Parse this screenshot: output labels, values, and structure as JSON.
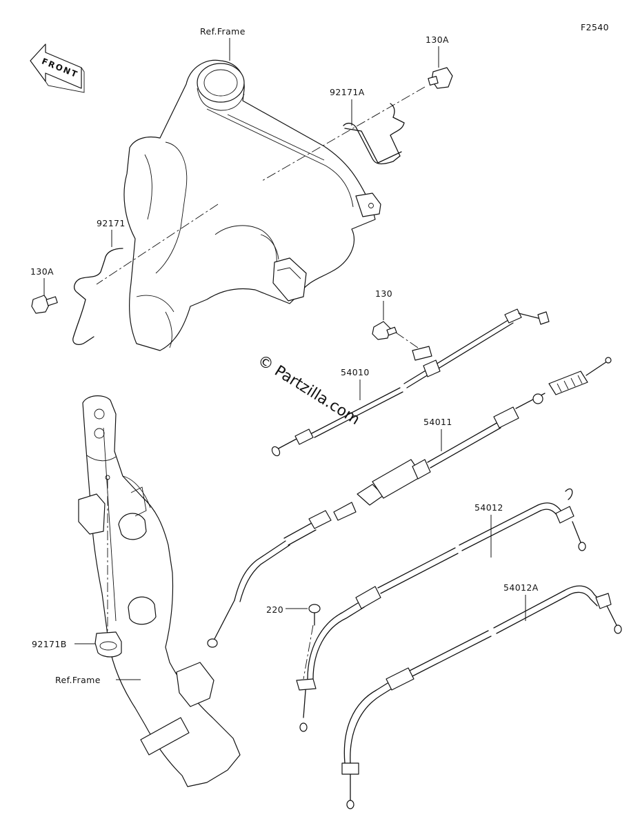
{
  "figure_code": "F2540",
  "front_label": "FRONT",
  "watermark": "© Partzilla.com",
  "ref_labels": {
    "top": "Ref.Frame",
    "bottom": "Ref.Frame"
  },
  "callouts": {
    "bolt_top": "130A",
    "clamp_top": "92171A",
    "clamp_left": "92171",
    "bolt_left": "130A",
    "bolt_mid": "130",
    "cable_54010": "54010",
    "cable_54011": "54011",
    "cable_54012": "54012",
    "screw_220": "220",
    "cable_54012a": "54012A",
    "clamp_bottom": "92171B"
  }
}
